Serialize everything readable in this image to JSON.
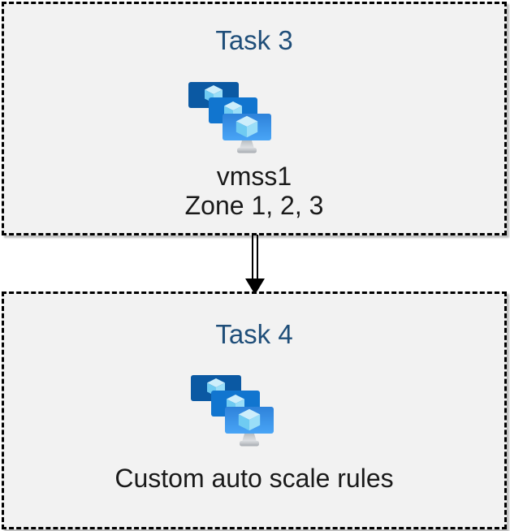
{
  "diagram": {
    "tasks": [
      {
        "title": "Task 3",
        "icon": "vm-scale-set-icon",
        "lines": [
          "vmss1",
          "Zone 1, 2, 3"
        ]
      },
      {
        "title": "Task 4",
        "icon": "vm-scale-set-icon",
        "lines": [
          "Custom auto scale rules"
        ]
      }
    ],
    "connector": {
      "type": "double-line-arrow",
      "direction": "down"
    }
  },
  "colors": {
    "canvas_bg": "#ffffff",
    "box_bg": "#f2f2f2",
    "box_border": "#000000",
    "title_text": "#1f4e79",
    "body_text": "#1a1a1a",
    "arrow": "#000000",
    "icon_monitor_back": "#0b59a3",
    "icon_monitor_middle": "#1175cf",
    "icon_monitor_front_top": "#2e82da",
    "icon_monitor_front_bottom": "#49a5f6",
    "icon_cube_top": "#cdeefb",
    "icon_cube_left": "#6fcbf2",
    "icon_cube_right": "#9adef8",
    "icon_stand_light": "#d9dcdf",
    "icon_stand_dark": "#a6abb1"
  }
}
